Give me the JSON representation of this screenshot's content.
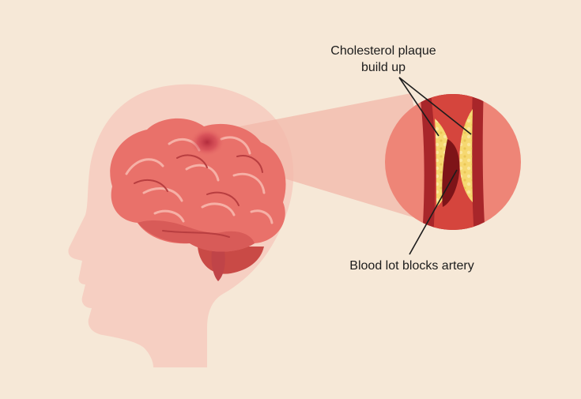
{
  "labels": {
    "plaque_line1": "Cholesterol plaque",
    "plaque_line2": "build up",
    "clot": "Blood lot blocks artery"
  },
  "colors": {
    "background": "#f6e8d7",
    "head_silhouette": "#f6cfc2",
    "brain": "#e9716a",
    "brain_dark": "#c94a46",
    "magnify_beam": "#f2b8aa",
    "artery_wall": "#a8262a",
    "artery_lumen": "#d5453d",
    "plaque": "#f6d870",
    "clot": "#7e1418",
    "lesion": "#b0283a",
    "magnify_circle": "#ee8577"
  }
}
